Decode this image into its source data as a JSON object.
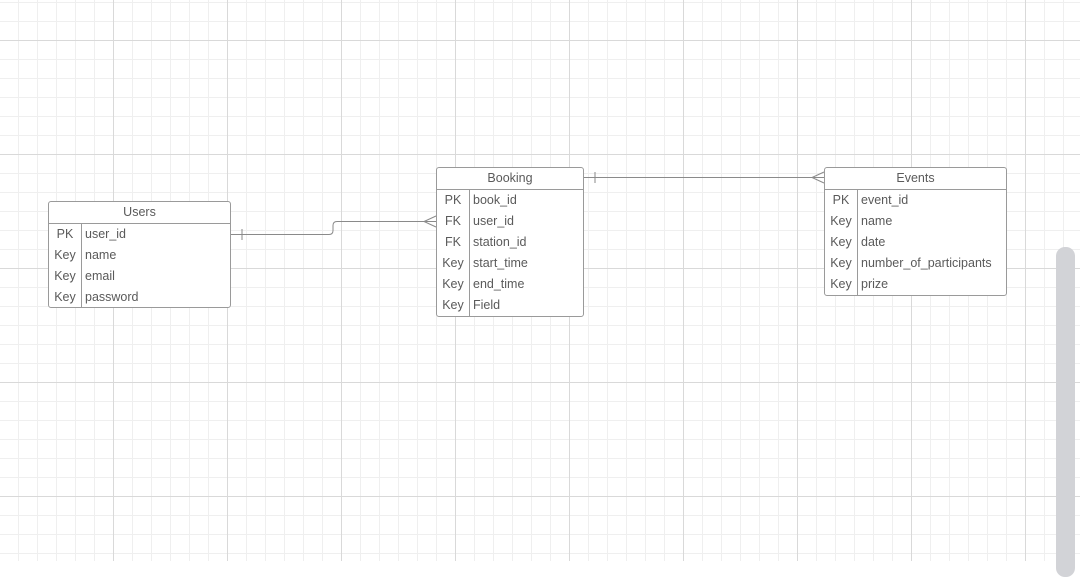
{
  "entities": {
    "users": {
      "title": "Users",
      "rows": [
        {
          "key": "PK",
          "field": "user_id"
        },
        {
          "key": "Key",
          "field": "name"
        },
        {
          "key": "Key",
          "field": "email"
        },
        {
          "key": "Key",
          "field": "password"
        }
      ]
    },
    "booking": {
      "title": "Booking",
      "rows": [
        {
          "key": "PK",
          "field": "book_id"
        },
        {
          "key": "FK",
          "field": "user_id"
        },
        {
          "key": "FK",
          "field": "station_id"
        },
        {
          "key": "Key",
          "field": "start_time"
        },
        {
          "key": "Key",
          "field": "end_time"
        },
        {
          "key": "Key",
          "field": "Field"
        }
      ]
    },
    "events": {
      "title": "Events",
      "rows": [
        {
          "key": "PK",
          "field": "event_id"
        },
        {
          "key": "Key",
          "field": "name"
        },
        {
          "key": "Key",
          "field": "date"
        },
        {
          "key": "Key",
          "field": "number_of_participants"
        },
        {
          "key": "Key",
          "field": "prize"
        }
      ]
    }
  },
  "relationships": [
    {
      "from": "users",
      "to": "booking",
      "from_cardinality": "one",
      "to_cardinality": "many"
    },
    {
      "from": "booking",
      "to": "events",
      "from_cardinality": "one",
      "to_cardinality": "many"
    }
  ],
  "colors": {
    "border": "#9a9a9a",
    "text": "#5a5a5a",
    "connector": "#8a8a8a",
    "grid_major": "#d9d9d9",
    "grid_minor": "#efefef",
    "scrollbar": "#d2d3d7"
  }
}
